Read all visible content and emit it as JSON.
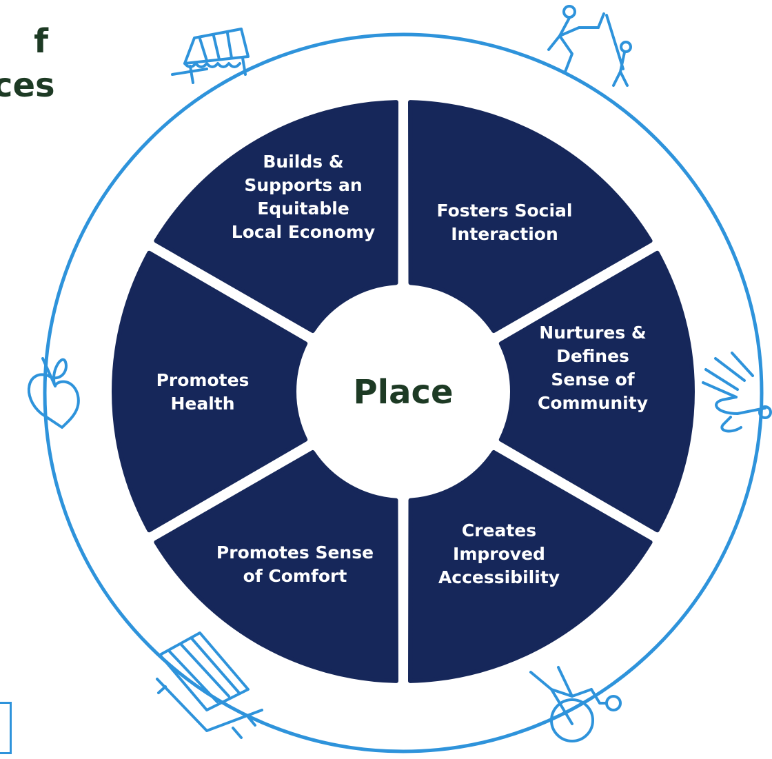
{
  "title": {
    "line1": "f",
    "line2": "ces"
  },
  "center": {
    "label": "Place"
  },
  "segments": [
    {
      "lines": [
        "Fosters Social",
        "Interaction"
      ]
    },
    {
      "lines": [
        "Nurtures &",
        "Defines",
        "Sense of",
        "Community"
      ]
    },
    {
      "lines": [
        "Creates",
        "Improved",
        "Accessibility"
      ]
    },
    {
      "lines": [
        "Promotes Sense",
        "of Comfort"
      ]
    },
    {
      "lines": [
        "Promotes",
        "Health"
      ]
    },
    {
      "lines": [
        "Builds &",
        "Supports an",
        "Equitable",
        "Local Economy"
      ]
    }
  ],
  "icons": [
    "awning-icon",
    "family-icon",
    "heart-icon",
    "hand-icon",
    "bench-icon",
    "wheelchair-icon"
  ],
  "colors": {
    "segment": "#16275a",
    "ring": "#2e93db",
    "center_text": "#1d3a24",
    "title": "#1d3a24"
  }
}
